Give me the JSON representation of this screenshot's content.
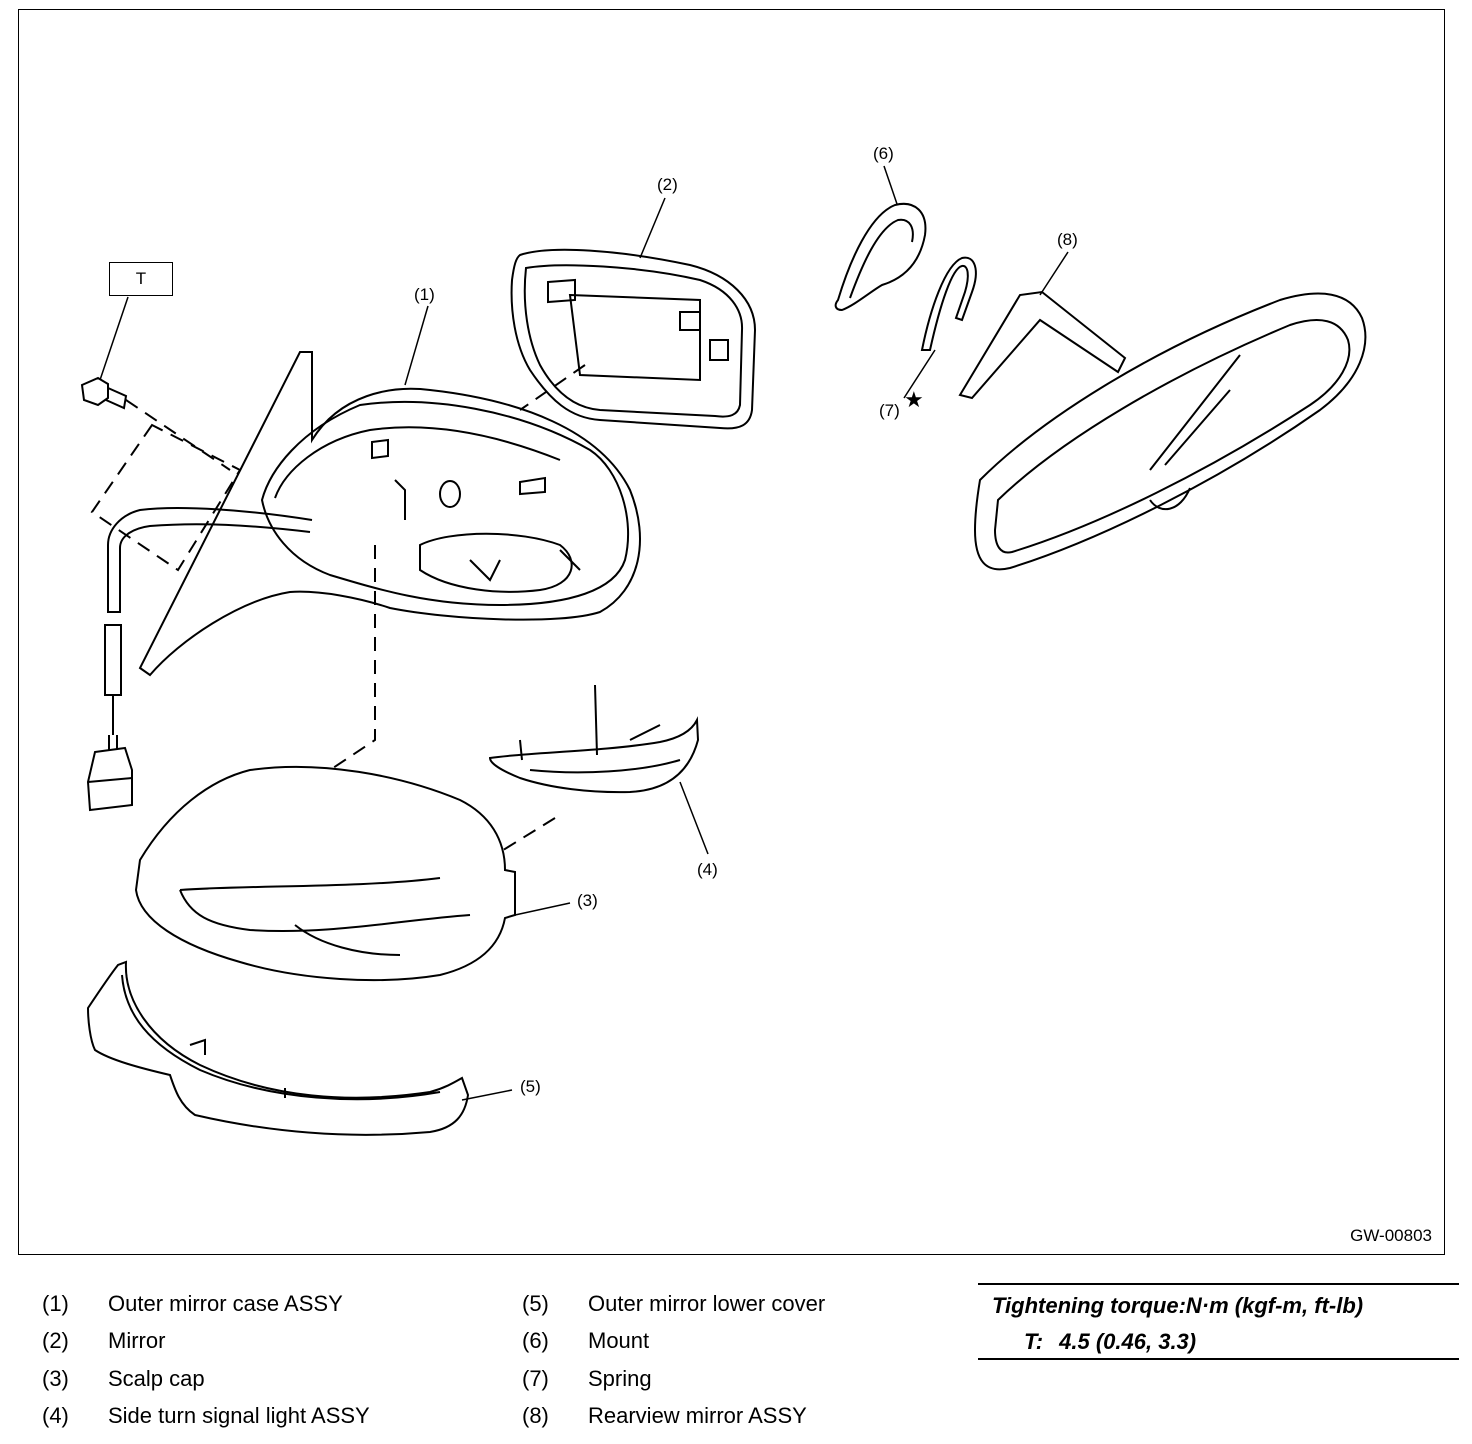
{
  "figure": {
    "id": "GW-00803",
    "torque_tag": "T",
    "callouts": [
      "(1)",
      "(2)",
      "(3)",
      "(4)",
      "(5)",
      "(6)",
      "(7)",
      "(8)"
    ],
    "star_symbol": "★"
  },
  "legend": {
    "col1": [
      {
        "num": "(1)",
        "label": "Outer mirror case ASSY"
      },
      {
        "num": "(2)",
        "label": "Mirror"
      },
      {
        "num": "(3)",
        "label": "Scalp cap"
      },
      {
        "num": "(4)",
        "label": "Side turn signal light ASSY"
      }
    ],
    "col2": [
      {
        "num": "(5)",
        "label": "Outer mirror lower cover"
      },
      {
        "num": "(6)",
        "label": "Mount"
      },
      {
        "num": "(7)",
        "label": "Spring"
      },
      {
        "num": "(8)",
        "label": "Rearview mirror ASSY"
      }
    ]
  },
  "torque": {
    "title": "Tightening torque:N·m (kgf-m, ft-lb)",
    "tag": "T:",
    "value": "4.5 (0.46, 3.3)"
  }
}
